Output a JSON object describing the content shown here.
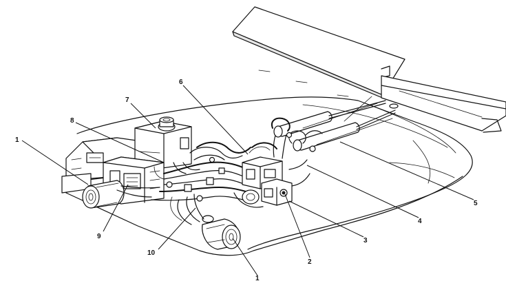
{
  "callouts": [
    {
      "id": "c1a",
      "label": "1"
    },
    {
      "id": "c1b",
      "label": "1"
    },
    {
      "id": "c2",
      "label": "2"
    },
    {
      "id": "c3",
      "label": "3"
    },
    {
      "id": "c4",
      "label": "4"
    },
    {
      "id": "c5",
      "label": "5"
    },
    {
      "id": "c6",
      "label": "6"
    },
    {
      "id": "c7",
      "label": "7"
    },
    {
      "id": "c8",
      "label": "8"
    },
    {
      "id": "c9",
      "label": "9"
    },
    {
      "id": "c10",
      "label": "10"
    }
  ]
}
